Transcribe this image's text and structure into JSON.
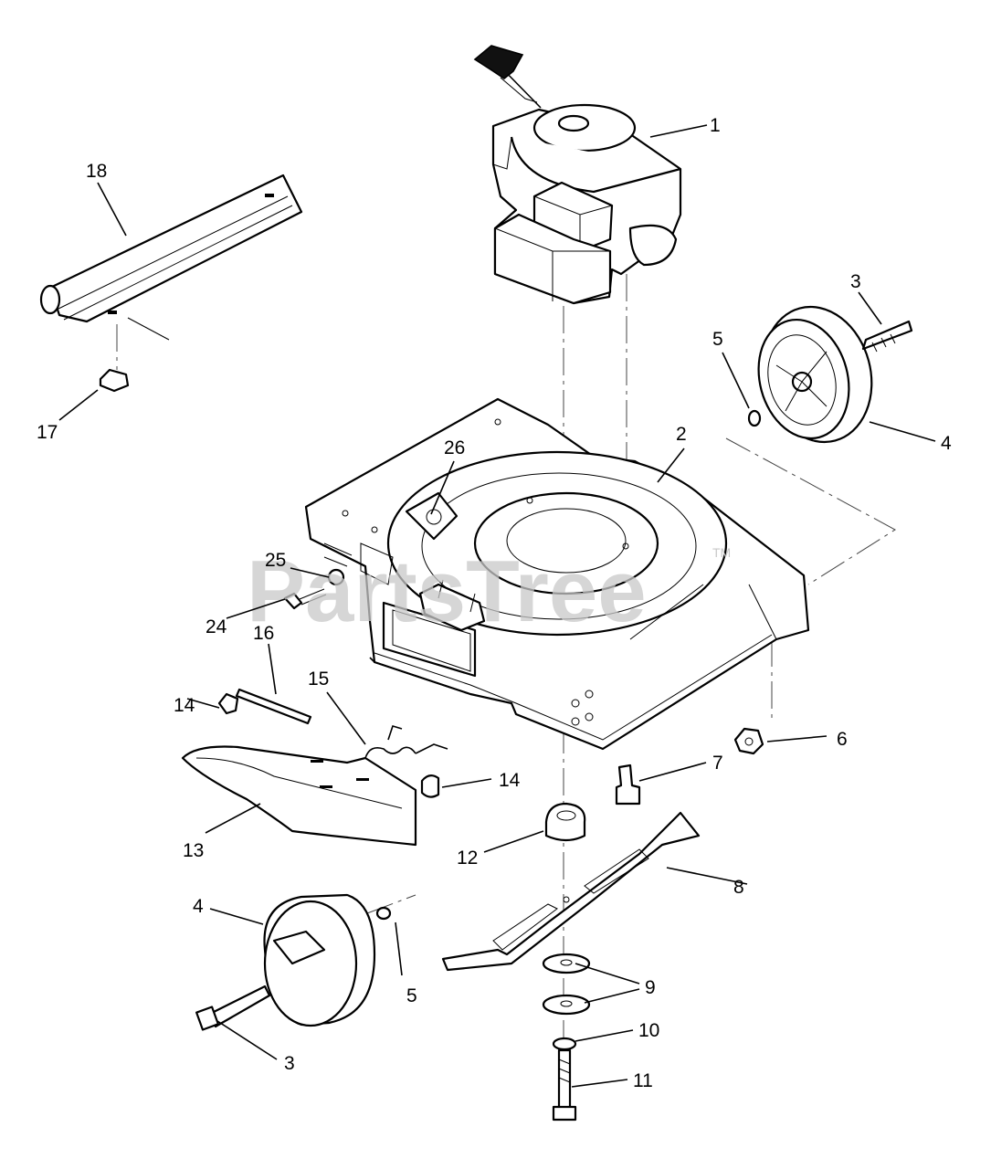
{
  "watermark": {
    "text": "PartsTree",
    "mark": "TM"
  },
  "callouts": [
    {
      "id": "c1",
      "text": "1"
    },
    {
      "id": "c2",
      "text": "2"
    },
    {
      "id": "c3a",
      "text": "3"
    },
    {
      "id": "c3b",
      "text": "3"
    },
    {
      "id": "c4a",
      "text": "4"
    },
    {
      "id": "c4b",
      "text": "4"
    },
    {
      "id": "c5a",
      "text": "5"
    },
    {
      "id": "c5b",
      "text": "5"
    },
    {
      "id": "c6",
      "text": "6"
    },
    {
      "id": "c7",
      "text": "7"
    },
    {
      "id": "c8",
      "text": "8"
    },
    {
      "id": "c9",
      "text": "9"
    },
    {
      "id": "c10",
      "text": "10"
    },
    {
      "id": "c11",
      "text": "11"
    },
    {
      "id": "c12",
      "text": "12"
    },
    {
      "id": "c13",
      "text": "13"
    },
    {
      "id": "c14a",
      "text": "14"
    },
    {
      "id": "c14b",
      "text": "14"
    },
    {
      "id": "c15",
      "text": "15"
    },
    {
      "id": "c16",
      "text": "16"
    },
    {
      "id": "c17",
      "text": "17"
    },
    {
      "id": "c18",
      "text": "18"
    },
    {
      "id": "c24",
      "text": "24"
    },
    {
      "id": "c25",
      "text": "25"
    },
    {
      "id": "c26",
      "text": "26"
    }
  ]
}
